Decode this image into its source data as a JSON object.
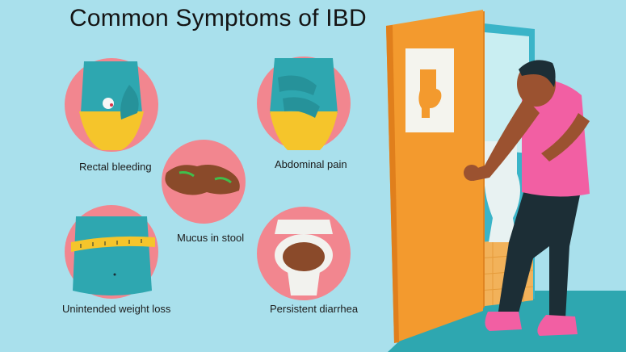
{
  "title": "Common Symptoms of IBD",
  "symptoms": {
    "rectal_bleeding": "Rectal bleeding",
    "abdominal_pain": "Abdominal pain",
    "mucus_in_stool": "Mucus in stool",
    "weight_loss": "Unintended weight loss",
    "diarrhea": "Persistent diarrhea"
  },
  "colors": {
    "background": "#a9e0ec",
    "circle": "#f2868f",
    "door": "#f39a2e",
    "shirt": "#f25fa3",
    "skin": "#9b5230",
    "teal_floor": "#2ea7b0",
    "pants": "#1c2e36"
  }
}
